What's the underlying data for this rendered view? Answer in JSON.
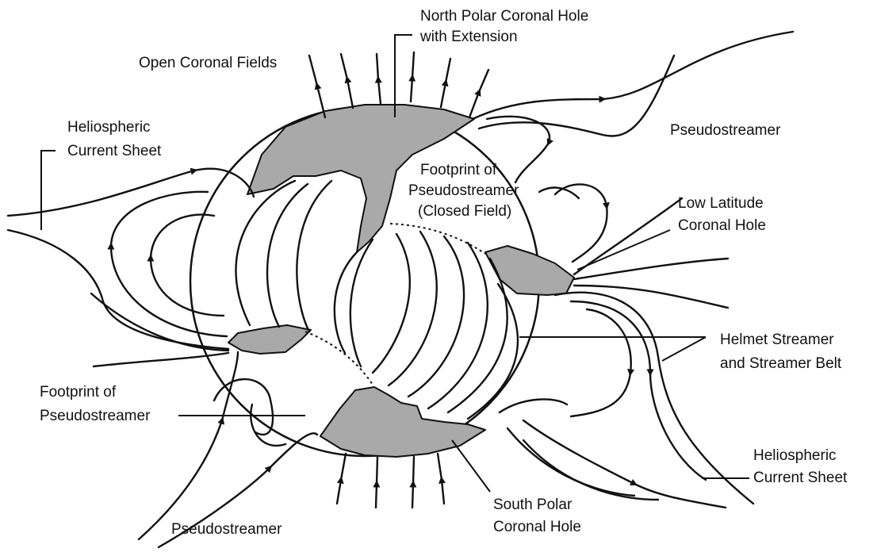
{
  "diagram": {
    "labels": {
      "north_polar_hole_line1": "North Polar Coronal Hole",
      "north_polar_hole_line2": "with Extension",
      "open_fields": "Open Coronal Fields",
      "hcs_top_line1": "Heliospheric",
      "hcs_top_line2": "Current Sheet",
      "pseudostreamer_top": "Pseudostreamer",
      "footprint_closed_line1": "Footprint of",
      "footprint_closed_line2": "Pseudostreamer",
      "footprint_closed_line3": "(Closed Field)",
      "low_lat_line1": "Low Latitude",
      "low_lat_line2": "Coronal Hole",
      "helmet_line1": "Helmet Streamer",
      "helmet_line2": "and Streamer Belt",
      "footprint_left_line1": "Footprint of",
      "footprint_left_line2": "Pseudostreamer",
      "hcs_bottom_line1": "Heliospheric",
      "hcs_bottom_line2": "Current Sheet",
      "south_polar_line1": "South Polar",
      "south_polar_line2": "Coronal Hole",
      "pseudostreamer_bottom": "Pseudostreamer"
    },
    "colors": {
      "hole_fill": "#a9a9a9",
      "line": "#111111",
      "background": "#ffffff"
    }
  }
}
